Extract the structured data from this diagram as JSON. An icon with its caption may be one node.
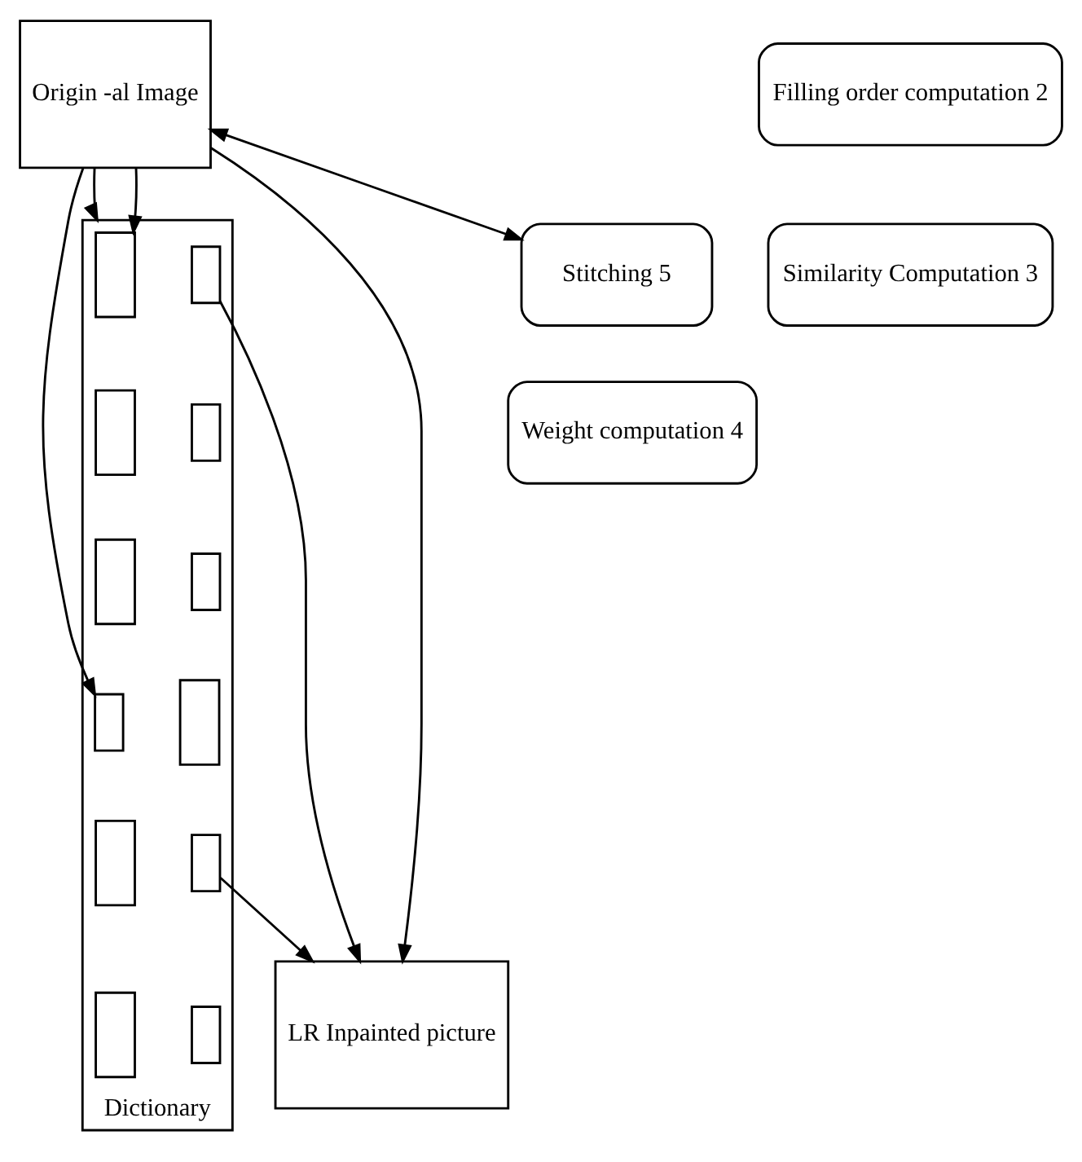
{
  "diagram": {
    "nodes": [
      {
        "text": [
          "Dictionary"
        ]
      },
      {
        "text": [],
        "shape": "box",
        "in": 0
      },
      {
        "text": [],
        "shape": "box",
        "in": 0
      },
      {
        "text": [],
        "shape": "box",
        "in": 0
      },
      {
        "text": [],
        "shape": "box",
        "in": 0
      },
      {
        "text": [],
        "shape": "box",
        "in": 0
      },
      {
        "text": [],
        "shape": "box",
        "in": 0
      },
      {
        "text": [],
        "shape": "box",
        "in": 0
      },
      {
        "text": [],
        "shape": "box",
        "in": 0
      },
      {
        "text": [],
        "shape": "box",
        "in": 0
      },
      {
        "text": [],
        "shape": "box",
        "in": 0
      },
      {
        "text": [],
        "shape": "box",
        "in": 0
      },
      {
        "text": [],
        "shape": "box",
        "in": 0
      },
      {
        "text": [
          "Origin -al Image"
        ]
      },
      {
        "text": [
          "Filling order computation 2"
        ]
      },
      {
        "text": [
          "LR Inpainted picture"
        ]
      },
      {
        "text": [
          "Stitching 5"
        ]
      },
      {
        "text": [
          "Similarity Computation 3"
        ]
      },
      {
        "text": [
          "Weight computation 4"
        ]
      }
    ],
    "edges": [
      {
        "from": 13,
        "to": 0,
        "arrow": "to"
      },
      {
        "from": 13,
        "to": 1,
        "arrow": "to"
      },
      {
        "from": 13,
        "to": 8,
        "arrow": "to"
      },
      {
        "from": 2,
        "to": 15,
        "arrow": "to"
      },
      {
        "from": 13,
        "to": 15,
        "arrow": "to"
      },
      {
        "from": 10,
        "to": 15,
        "arrow": "to"
      },
      {
        "from": 13,
        "to": 16,
        "arrow": "both"
      }
    ]
  }
}
